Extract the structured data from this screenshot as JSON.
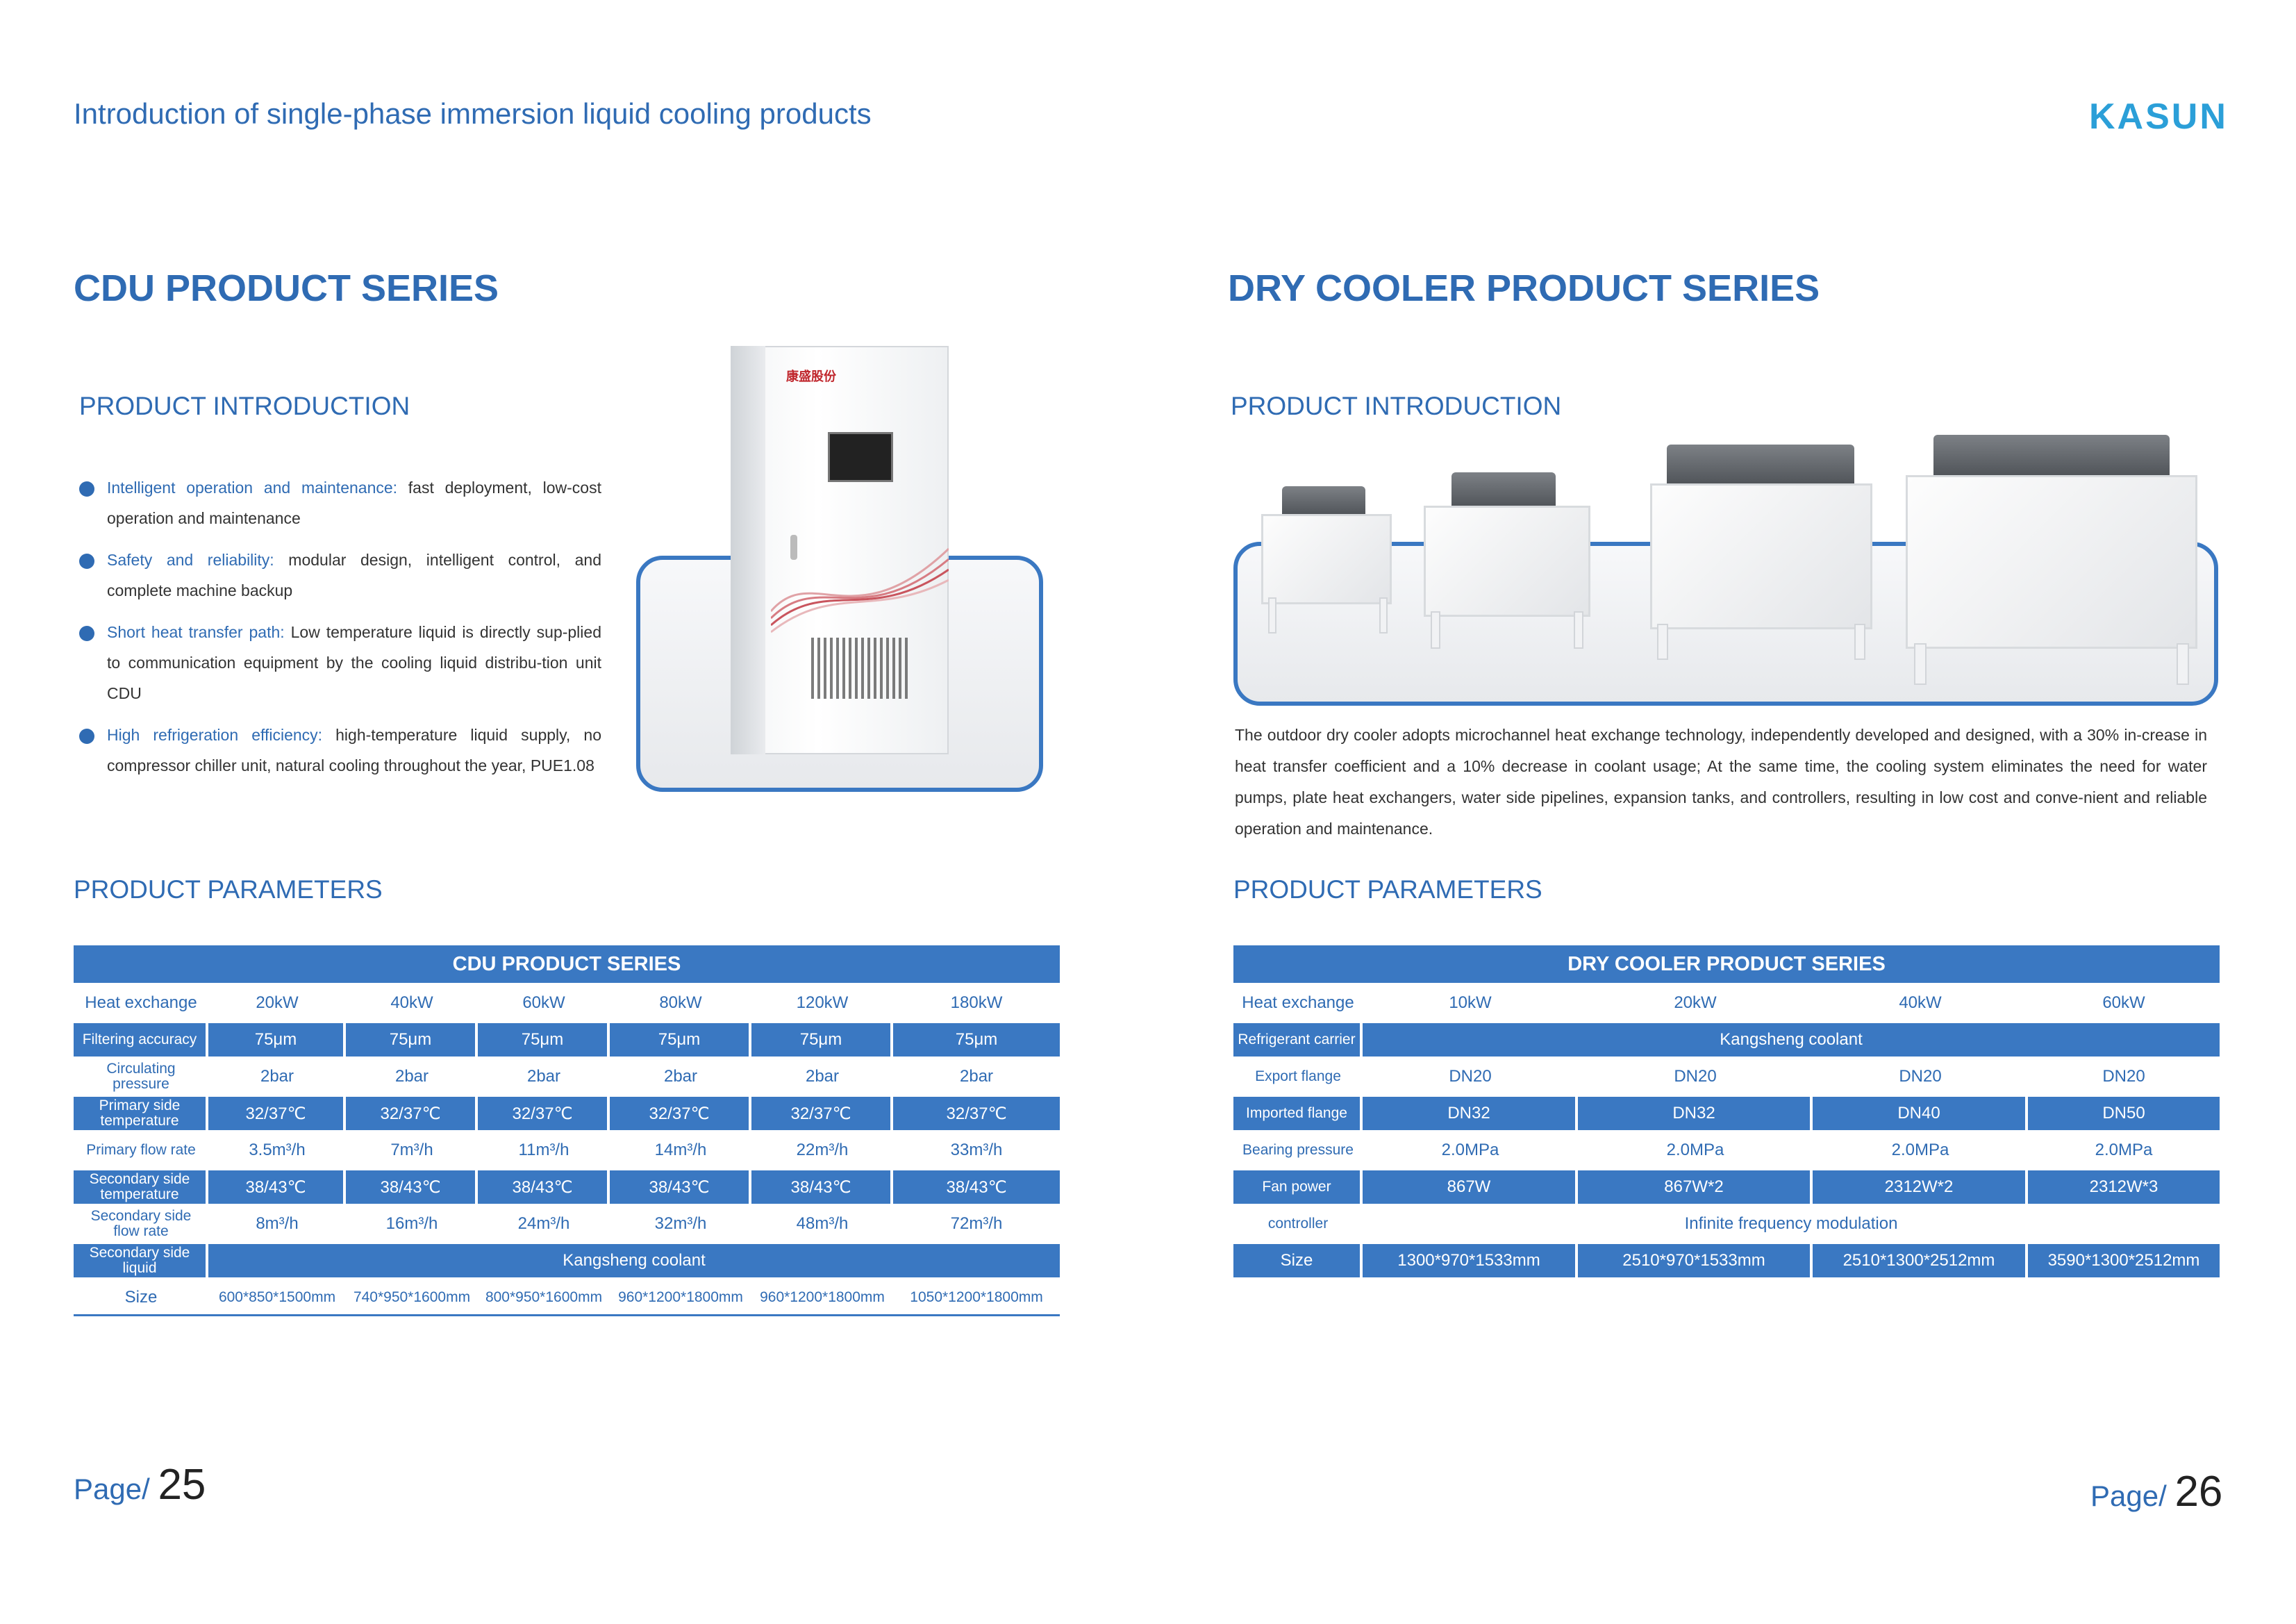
{
  "header": {
    "title": "Introduction of single-phase immersion liquid cooling products",
    "logo": "KASUN"
  },
  "left": {
    "series_title": "CDU PRODUCT SERIES",
    "intro_heading": "PRODUCT INTRODUCTION",
    "bullets": [
      {
        "label": "Intelligent operation and maintenance:",
        "text": " fast deployment, low-cost operation and maintenance"
      },
      {
        "label": "Safety and reliability:",
        "text": " modular design, intelligent control, and complete machine backup"
      },
      {
        "label": "Short heat transfer path:",
        "text": " Low temperature liquid is directly sup-plied to communication equipment by the cooling liquid distribu-tion unit CDU"
      },
      {
        "label": "High refrigeration efficiency:",
        "text": " high-temperature liquid supply, no compressor chiller unit, natural cooling throughout the year, PUE1.08"
      }
    ],
    "params_heading": "PRODUCT PARAMETERS",
    "table": {
      "caption": "CDU PRODUCT SERIES",
      "rows": [
        {
          "label": "Heat exchange",
          "values": [
            "20kW",
            "40kW",
            "60kW",
            "80kW",
            "120kW",
            "180kW"
          ]
        },
        {
          "label": "Filtering accuracy",
          "values": [
            "75μm",
            "75μm",
            "75μm",
            "75μm",
            "75μm",
            "75μm"
          ]
        },
        {
          "label": "Circulating pressure",
          "values": [
            "2bar",
            "2bar",
            "2bar",
            "2bar",
            "2bar",
            "2bar"
          ]
        },
        {
          "label": "Primary side temperature",
          "values": [
            "32/37℃",
            "32/37℃",
            "32/37℃",
            "32/37℃",
            "32/37℃",
            "32/37℃"
          ]
        },
        {
          "label": "Primary flow rate",
          "values": [
            "3.5m³/h",
            "7m³/h",
            "11m³/h",
            "14m³/h",
            "22m³/h",
            "33m³/h"
          ]
        },
        {
          "label": "Secondary side temperature",
          "values": [
            "38/43℃",
            "38/43℃",
            "38/43℃",
            "38/43℃",
            "38/43℃",
            "38/43℃"
          ]
        },
        {
          "label": "Secondary side flow rate",
          "values": [
            "8m³/h",
            "16m³/h",
            "24m³/h",
            "32m³/h",
            "48m³/h",
            "72m³/h"
          ]
        },
        {
          "label": "Secondary side liquid",
          "span": "Kangsheng coolant"
        },
        {
          "label": "Size",
          "values": [
            "600*850*1500mm",
            "740*950*1600mm",
            "800*950*1600mm",
            "960*1200*1800mm",
            "960*1200*1800mm",
            "1050*1200*1800mm"
          ]
        }
      ]
    },
    "cabinet_logo": "康盛股份",
    "page": {
      "prefix": "Page/",
      "number": "25"
    }
  },
  "right": {
    "series_title": "DRY COOLER PRODUCT SERIES",
    "intro_heading": "PRODUCT INTRODUCTION",
    "paragraph": "The outdoor dry cooler adopts microchannel heat exchange technology, independently developed and designed, with a 30% in-crease in heat transfer coefficient and a 10% decrease in coolant usage; At the same time, the cooling system eliminates the need for water pumps, plate heat exchangers, water side pipelines, expansion tanks, and controllers, resulting in low cost and conve-nient and reliable operation and maintenance.",
    "params_heading": "PRODUCT PARAMETERS",
    "table": {
      "caption": "DRY COOLER PRODUCT SERIES",
      "rows": [
        {
          "label": "Heat exchange",
          "values": [
            "10kW",
            "20kW",
            "40kW",
            "60kW"
          ]
        },
        {
          "label": "Refrigerant carrier",
          "span": "Kangsheng coolant"
        },
        {
          "label": "Export flange",
          "values": [
            "DN20",
            "DN20",
            "DN20",
            "DN20"
          ]
        },
        {
          "label": "Imported flange",
          "values": [
            "DN32",
            "DN32",
            "DN40",
            "DN50"
          ]
        },
        {
          "label": "Bearing pressure",
          "values": [
            "2.0MPa",
            "2.0MPa",
            "2.0MPa",
            "2.0MPa"
          ]
        },
        {
          "label": "Fan power",
          "values": [
            "867W",
            "867W*2",
            "2312W*2",
            "2312W*3"
          ]
        },
        {
          "label": "controller",
          "span": "Infinite frequency modulation"
        },
        {
          "label": "Size",
          "values": [
            "1300*970*1533mm",
            "2510*970*1533mm",
            "2510*1300*2512mm",
            "3590*1300*2512mm"
          ]
        }
      ]
    },
    "page": {
      "prefix": "Page/",
      "number": "26"
    }
  },
  "colors": {
    "primary_blue": "#3a78c2",
    "title_blue": "#2f6bb3",
    "logo_blue": "#2b9fd8"
  }
}
